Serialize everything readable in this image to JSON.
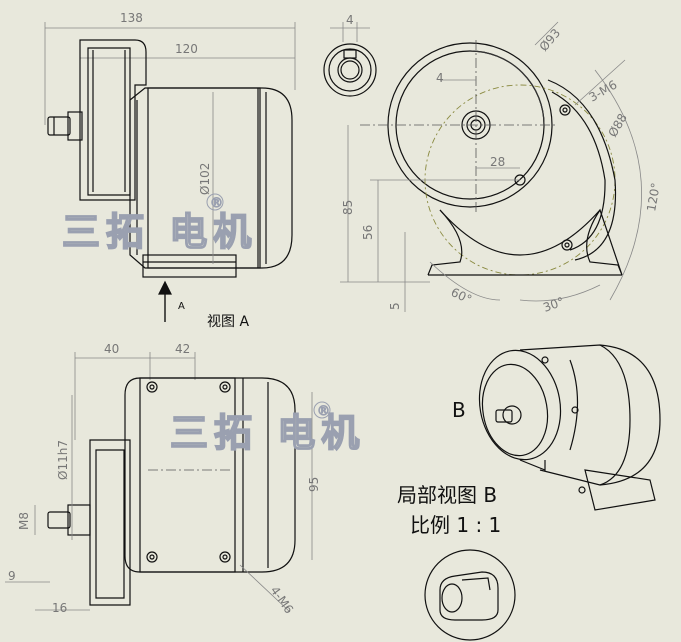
{
  "dimensions": {
    "top_overall": "138",
    "top_body": "120",
    "body_dia": "Ø102",
    "shaft_w": "4",
    "key_w": "4",
    "flange_dia": "Ø93",
    "bolt_circle": "Ø88",
    "holes": "3-M6",
    "offset": "28",
    "height_total": "85",
    "height_axis": "56",
    "foot_h": "5",
    "angle_120": "120°",
    "angle_60": "60°",
    "angle_30": "30°",
    "bottom_40": "40",
    "bottom_42": "42",
    "shaft_fit": "Ø11h7",
    "thread": "M8",
    "height_95": "95",
    "holes_4": "4-M6",
    "dim_9": "9",
    "dim_16": "16"
  },
  "labels": {
    "arrow_a": "A",
    "view_a": "视图 A",
    "view_b_marker": "B",
    "detail_title": "局部视图 B",
    "scale": "比例 1 : 1"
  },
  "watermark": {
    "text": "三拓 电机",
    "registered": "®"
  }
}
